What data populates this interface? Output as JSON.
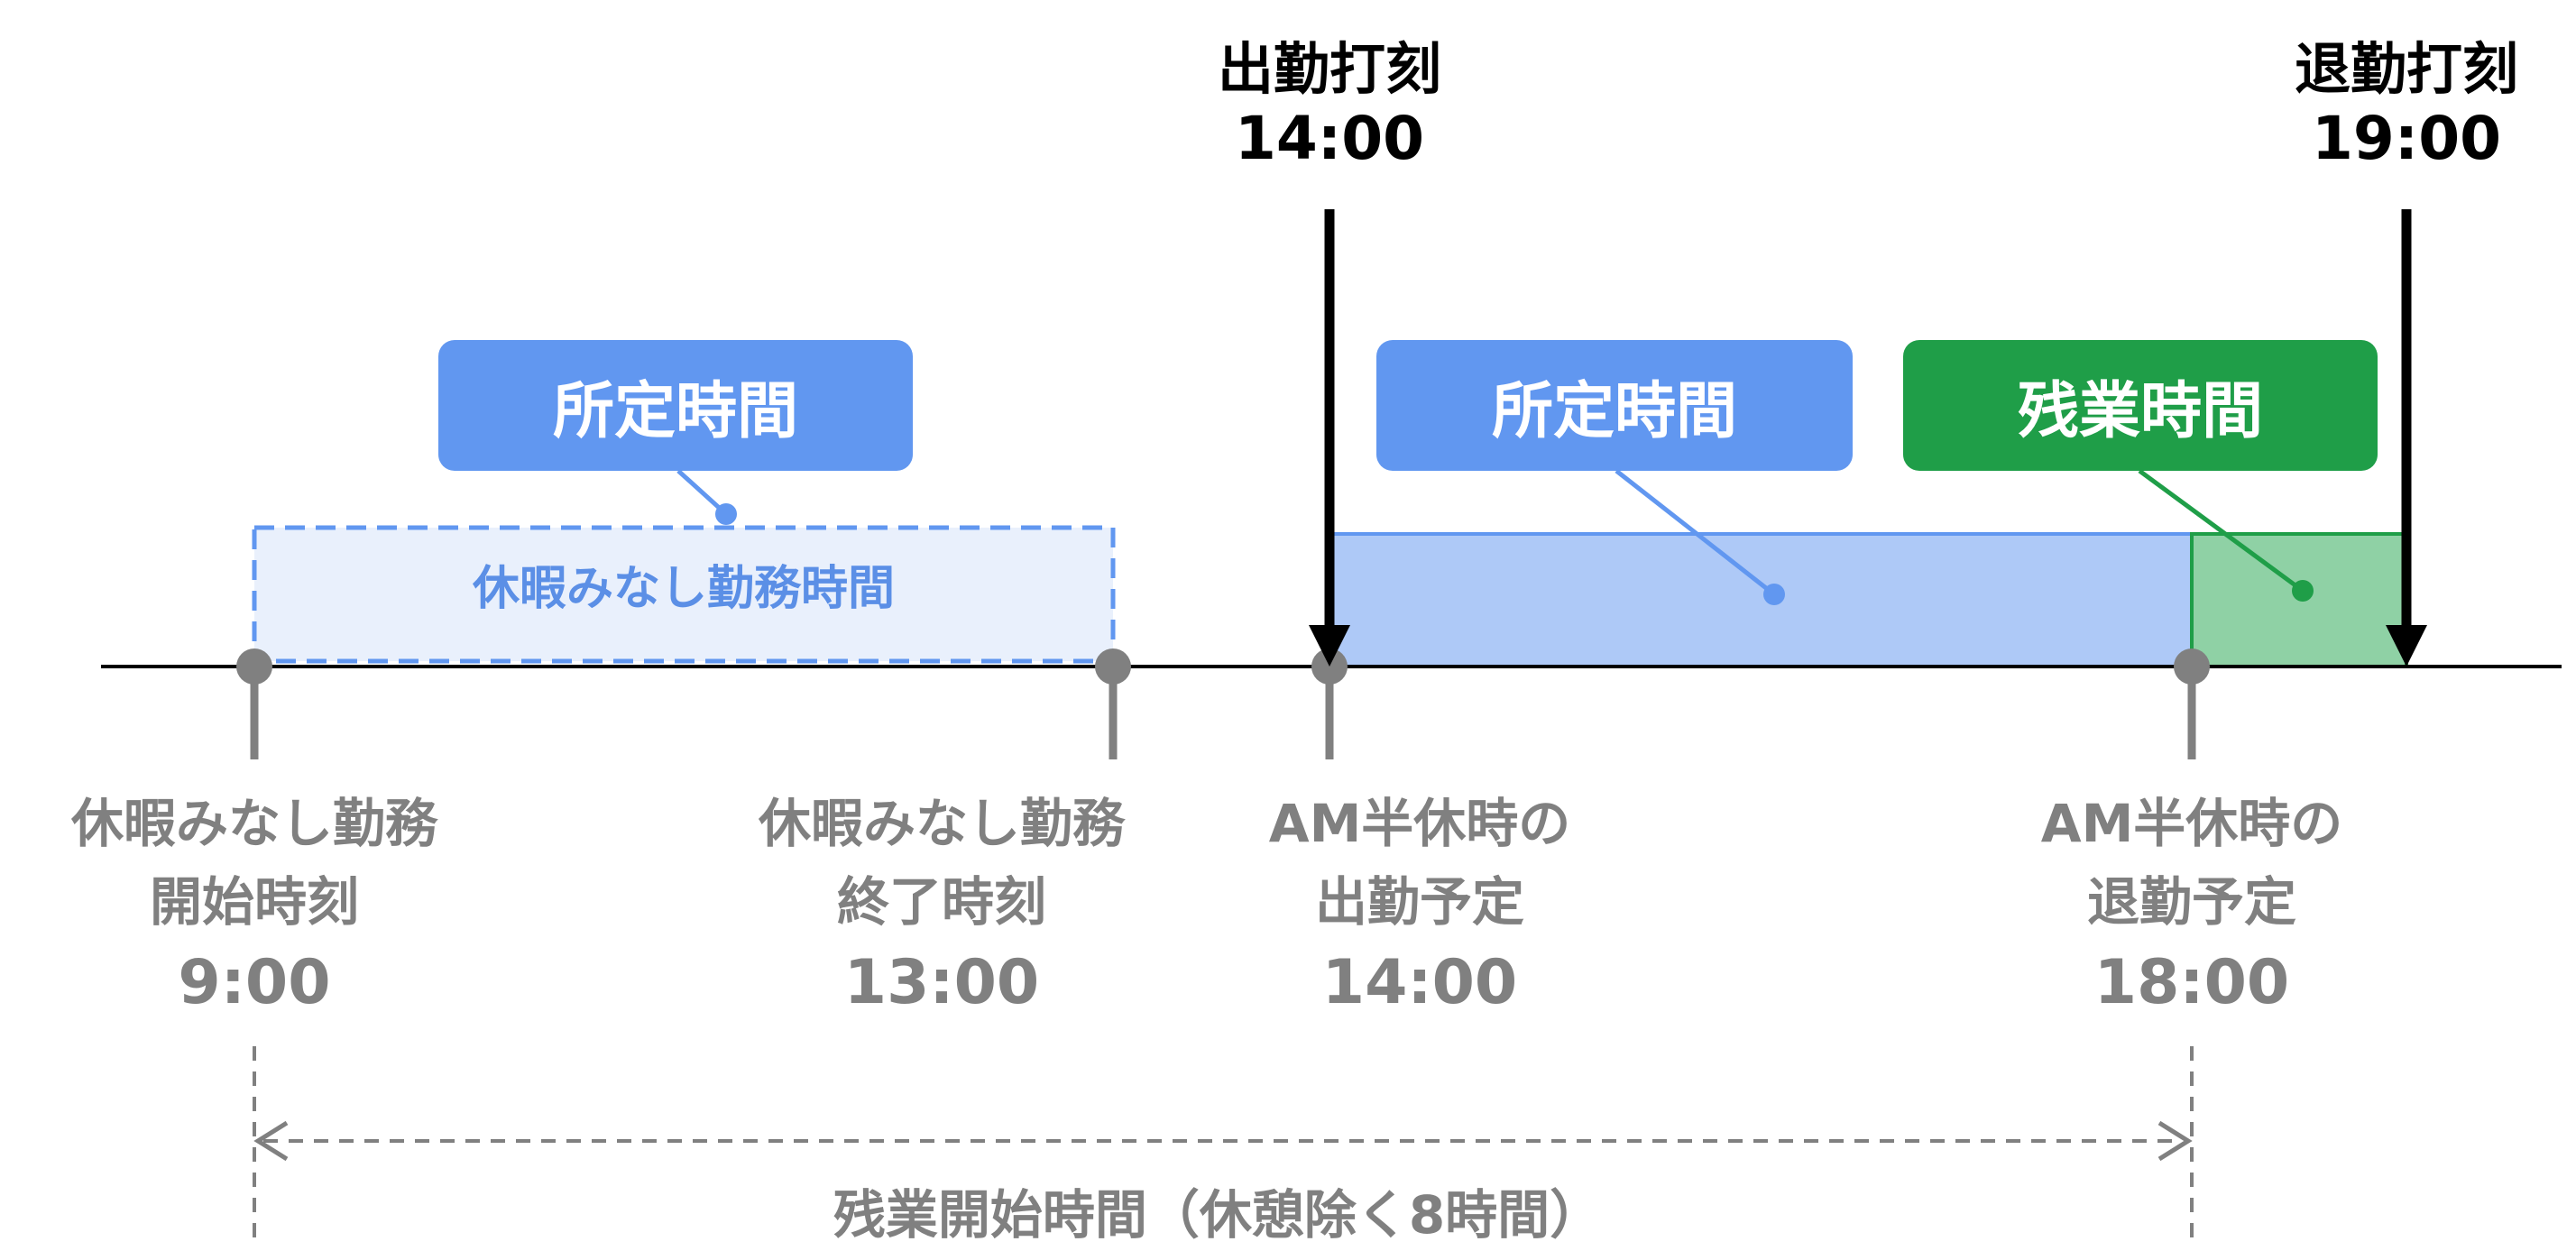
{
  "colors": {
    "blue": "#6197f0",
    "blue_fill": "#aec9f7",
    "blue_light_fill": "#e9f0fc",
    "green": "#1f9e48",
    "green_fill": "#8fd1a5",
    "gray": "#808080",
    "black": "#000000"
  },
  "punches": [
    {
      "title": "出勤打刻",
      "time": "14:00"
    },
    {
      "title": "退勤打刻",
      "time": "19:00"
    }
  ],
  "boxes": [
    {
      "label": "所定時間",
      "kind": "blue"
    },
    {
      "label": "所定時間",
      "kind": "blue"
    },
    {
      "label": "残業時間",
      "kind": "green"
    }
  ],
  "deemed_work_label": "休暇みなし勤務時間",
  "ticks": [
    {
      "line1": "休暇みなし勤務",
      "line2": "開始時刻",
      "time": "9:00"
    },
    {
      "line1": "休暇みなし勤務",
      "line2": "終了時刻",
      "time": "13:00"
    },
    {
      "line1": "AM半休時の",
      "line2": "出勤予定",
      "time": "14:00"
    },
    {
      "line1": "AM半休時の",
      "line2": "退勤予定",
      "time": "18:00"
    }
  ],
  "span_label": "残業開始時間（休憩除く8時間）"
}
